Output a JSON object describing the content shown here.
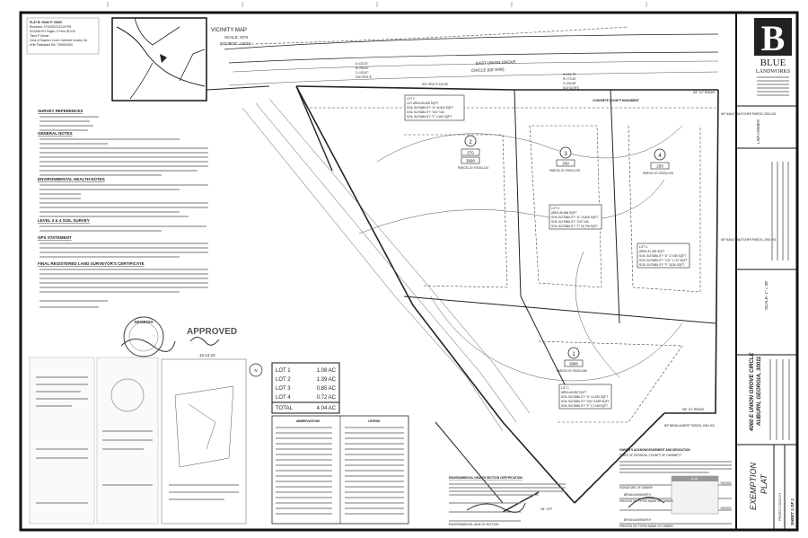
{
  "recording": {
    "lines": [
      "PLAT B: 00160 P: 00109",
      "Recorded: 07/30/2023 03:20 PM",
      "DOLAN1701 Pages: 1 Fees: $10.00",
      "Tiana P Garner",
      "Clerk of Superior Court, Gwinnett County, GA",
      "eFile Participant IDs: 7000000000"
    ]
  },
  "vicinity_map": {
    "title": "VICINITY MAP",
    "scale": "SCALE: NTS",
    "source": "SOURCE: USGS"
  },
  "notes": {
    "survey_references": "SURVEY REFERENCES",
    "general_notes": "GENERAL NOTES",
    "environmental_health_notes": "ENVIRONMENTAL HEALTH NOTES",
    "level_survey": "LEVEL 3 & 4 SOIL SURVEY",
    "gps_statement": "GPS STATEMENT",
    "final_certificate": "FINAL REGISTERED LAND SURVEYOR'S CERTIFICATE",
    "surveyor": "GEORGIA",
    "approved": "APPROVED",
    "approved_date": "12.14.23"
  },
  "road": {
    "name_line1": "EAST UNION GROVE",
    "name_line2": "CIRCLE (60' R/W)"
  },
  "curve_left": {
    "a": "A=132.87'",
    "r": "R=754.62'",
    "c": "C=132.67'",
    "b": "S30°25'01\"E"
  },
  "curve_right": {
    "a": "A=204.79'",
    "r": "R=775.36'",
    "c": "C=204.58'",
    "b": "S24°41'09\"E"
  },
  "bearing_top": "S21°30'21\"E  130.63'",
  "concrete_monument": "CONCRETE COUNTY MONUMENT",
  "rebar_top": "5/8\" 1/2\" REBAR",
  "rebar_mid": "5/8\" 1/2\" REBAR",
  "cotp": "3/4\" OTP",
  "lots": [
    {
      "num": "2",
      "addr": "270",
      "addr2": "3990",
      "parcel": "PARCEL ID: R2004-124"
    },
    {
      "num": "3",
      "addr": "260",
      "parcel": "PARCEL ID: R2004-075"
    },
    {
      "num": "4",
      "addr": "250",
      "parcel": "PARCEL ID: R2004-076"
    },
    {
      "num": "1",
      "addr": "3980",
      "parcel": "PARCEL ID: R2004-060"
    }
  ],
  "lot_boxes": [
    {
      "lines": [
        "LOT 2",
        "LOT AREA 60,625 SQFT",
        "SOIL SUITABILITY \"A\" 44,810 SQFT",
        "SOIL SUITABILITY \"C/D\" N/A",
        "SOIL SUITABILITY \"F\" 4,160 SQFT"
      ]
    },
    {
      "lines": [
        "LOT 3",
        "AREA 36,866 SQFT",
        "SOIL SUITABILITY \"A\" 15,826 SQFT",
        "SOIL SUITABILITY \"C/D\" N/A",
        "SOIL SUITABILITY \"F\" 18,796 SQFT"
      ]
    },
    {
      "lines": [
        "LOT 4",
        "AREA 31,425 SQFT",
        "SOIL SUITABILITY \"A\" 17,046 SQFT",
        "SOIL SUITABILITY \"C/D\" 1,737 SQFT",
        "SOIL SUITABILITY \"F\" 3,616 SQFT"
      ]
    },
    {
      "lines": [
        "LOT 1",
        "AREA 46,832 SQFT",
        "SOIL SUITABILITY \"A\" 14,393 SQFT",
        "SOIL SUITABILITY \"C/D\" 6,699 SQFT",
        "SOIL SUITABILITY \"F\" 17,048 SQFT"
      ]
    }
  ],
  "neighbors": {
    "right_top": "N/F NANCY MUTCHER PARCEL 2004 001",
    "right_mid": "N/F NANCY MUTCHER PARCEL 2004 001",
    "bottom_right": "N/F BRIAN ALBERT PARCEL 2004 001"
  },
  "area_table": {
    "rows": [
      {
        "lot": "LOT 1",
        "area": "1.08 AC"
      },
      {
        "lot": "LOT 2",
        "area": "1.39 AC"
      },
      {
        "lot": "LOT 3",
        "area": "0.85 AC"
      },
      {
        "lot": "LOT 4",
        "area": "0.72 AC"
      }
    ],
    "total_label": "TOTAL",
    "total": "4.04 AC"
  },
  "abbreviations_title": "ABBREVIATIONS",
  "legend_title": "LEGEND",
  "env_health_cert": {
    "title": "ENVIRONMENTAL HEALTH SECTION CERTIFICATION:",
    "signature_label": "ENVIRONMENTAL HEALTH SECTION"
  },
  "owner_cert": {
    "title": "OWNER'S ACKNOWLEDGEMENT AND DEDICATION",
    "state": "STATE OF GEORGIA, COUNTY OF GWINNETT",
    "owner1": "BRYAN ASHWORTH",
    "owner2": "BRYAN ASHWORTH",
    "printed_label": "PRINTED OR TYPED NAME OF OWNER",
    "signature_label": "SIGNATURE OF OWNER",
    "date1": "7/4/2023",
    "date2": "7/4/2023",
    "stamp": "PLAT"
  },
  "title_block": {
    "logo_letter": "B",
    "company_line1": "BLUE",
    "company_line2": "LANDWORKS",
    "client": "LIVA HOMES",
    "address_line1": "4060 E UNION GROVE CIRCLE",
    "address_line2": "AUBURN, GEORGIA, 30011",
    "scale": "SCALE: 1\" = 30'",
    "plat_type_line1": "EXEMPTION",
    "plat_type_line2": "PLAT",
    "project": "PROJECT# 2021-071",
    "sheet": "SHEET 1 OF 1"
  },
  "north_label": "N"
}
